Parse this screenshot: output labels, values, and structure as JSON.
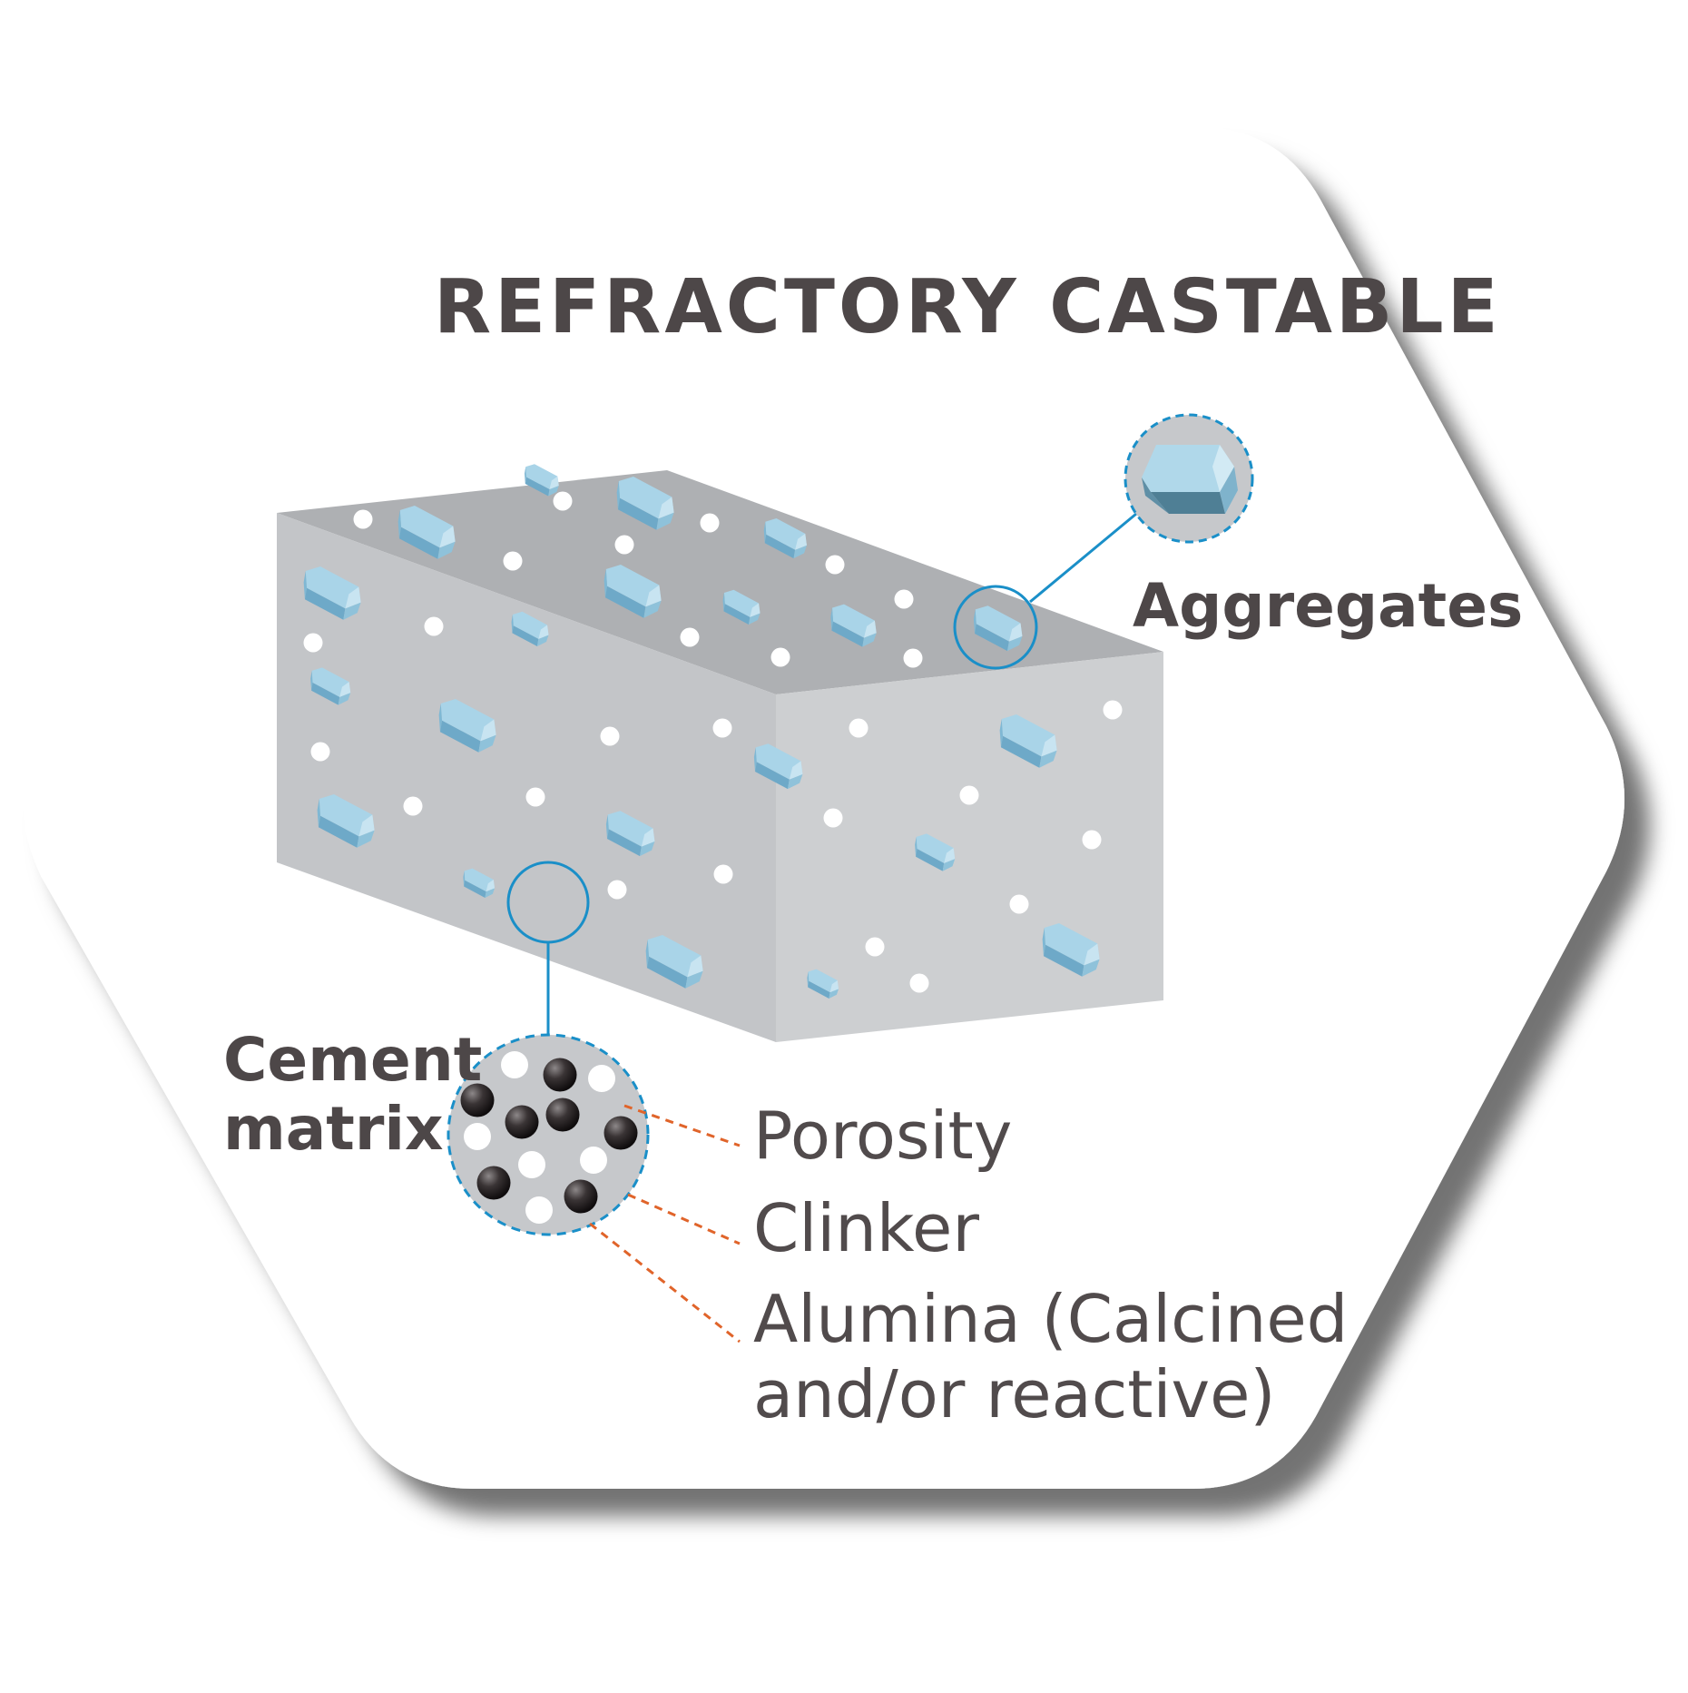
{
  "title": "REFRACTORY CASTABLE",
  "labels": {
    "aggregates": "Aggregates",
    "cement_line1": "Cement",
    "cement_line2": "matrix",
    "porosity": "Porosity",
    "clinker": "Clinker",
    "alumina_line1": "Alumina (Calcined",
    "alumina_line2": "and/or reactive)"
  },
  "colors": {
    "text": "#4d4748",
    "block_top": "#aeb0b3",
    "block_front": "#c3c5c8",
    "block_side": "#cdcfd1",
    "aggregate": "#8ebfd9",
    "callout_line": "#1a8fc8",
    "leader_line": "#e0642a",
    "clinker": "#2b2526"
  }
}
